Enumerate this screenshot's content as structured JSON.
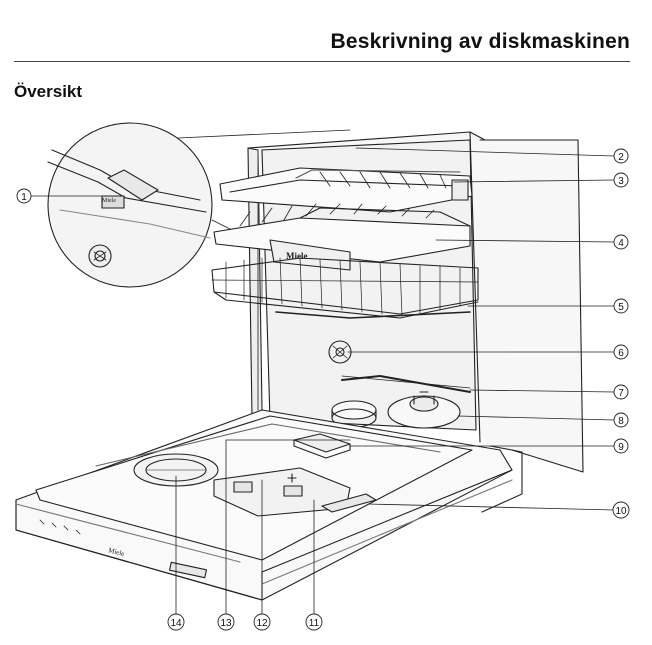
{
  "page": {
    "title": "Beskrivning av diskmaskinen",
    "section": "Översikt"
  },
  "illustration": {
    "brand_marks": [
      "Miele",
      "Miele",
      "Miele"
    ],
    "callouts": [
      "1",
      "2",
      "3",
      "4",
      "5",
      "6",
      "7",
      "8",
      "9",
      "10",
      "11",
      "12",
      "13",
      "14"
    ]
  }
}
